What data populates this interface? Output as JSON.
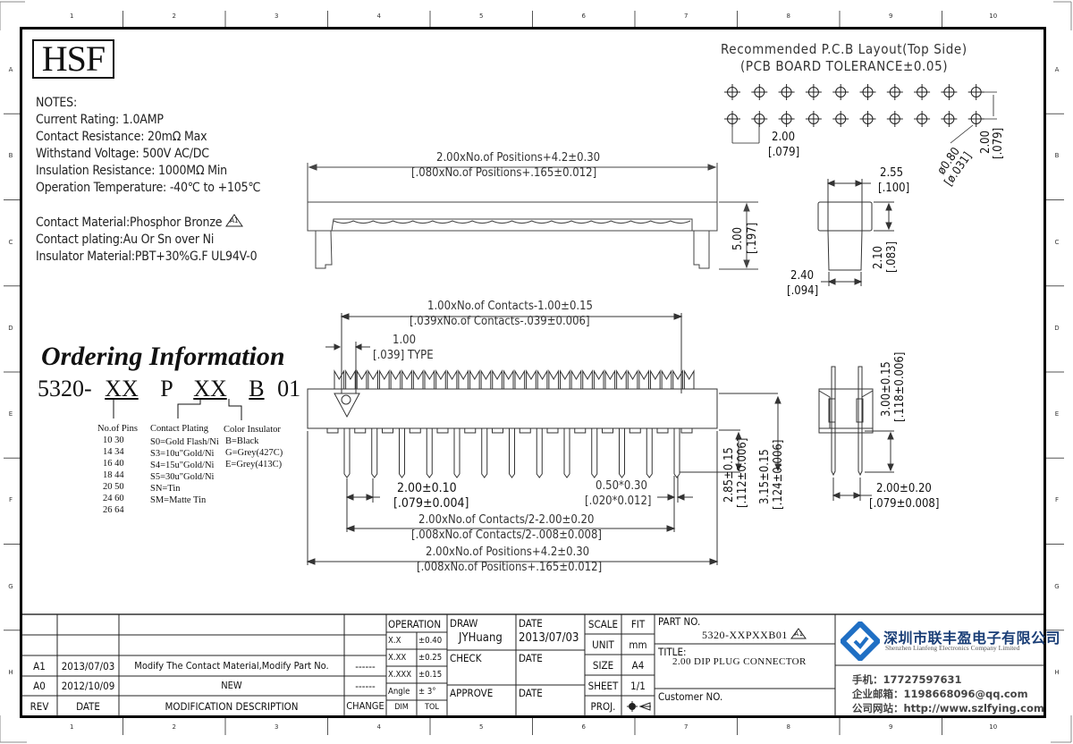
{
  "logo": "HSF",
  "notes": {
    "heading": "NOTES:",
    "lines": [
      "Current Rating: 1.0AMP",
      "Contact Resistance: 20mΩ Max",
      "Withstand Voltage: 500V AC/DC",
      "Insulation Resistance: 1000MΩ Min",
      "Operation Temperature: -40℃ to +105℃"
    ],
    "materials": [
      "Contact Material:Phosphor Bronze",
      "Contact plating:Au Or Sn over Ni",
      "Insulator Material:PBT+30%G.F UL94V-0"
    ],
    "revision_mark": "A1"
  },
  "ordering": {
    "title": "Ordering Information",
    "code": {
      "prefix": "5320-",
      "pins": "XX",
      "type": "P",
      "plating": "XX",
      "color": "B",
      "suffix": "01"
    },
    "pins": {
      "label": "No.of Pins",
      "values": [
        "10  30",
        "14  34",
        "16  40",
        "18  44",
        "20  50",
        "24  60",
        "26  64"
      ]
    },
    "plating": {
      "label": "Contact Plating",
      "values": [
        "S0=Gold Flash/Ni",
        "S3=10u\"Gold/Ni",
        "S4=15u\"Gold/Ni",
        "S5=30u\"Gold/Ni",
        "SN=Tin",
        "SM=Matte Tin"
      ]
    },
    "color": {
      "label": "Color Insulator",
      "values": [
        "B=Black",
        "G=Grey(427C)",
        "E=Grey(413C)"
      ]
    }
  },
  "pcb": {
    "title": "Recommended P.C.B Layout(Top Side)",
    "subtitle": "(PCB BOARD TOLERANCE±0.05)",
    "holes_per_row": 10,
    "rows": 2,
    "pitch": "2.00",
    "pitch_in": "[.079]",
    "hole_dia": "ø0.80",
    "hole_dia_in": "[ø.031]",
    "row_pitch": "2.00",
    "row_pitch_in": "[.079]"
  },
  "top_view": {
    "length": "2.00xNo.of Positions+4.2±0.30",
    "length_in": "[.080xNo.of Positions+.165±0.012]",
    "height": "5.00",
    "height_in": "[.197]"
  },
  "side_view_top": {
    "top_width": "2.55",
    "top_width_in": "[.100]",
    "bottom_width": "2.40",
    "bottom_width_in": "[.094]",
    "body_height": "2.10",
    "body_height_in": "[.083]"
  },
  "front_view": {
    "contact_span": "1.00xNo.of Contacts-1.00±0.15",
    "contact_span_in": "[.039xNo.of Contacts-.039±0.006]",
    "pitch": "1.00",
    "pitch_in": "[.039] TYPE",
    "pin_pitch": "2.00±0.10",
    "pin_pitch_in": "[.079±0.004]",
    "pin_size": "0.50*0.30",
    "pin_size_in": "[.020*0.012]",
    "pin_span": "2.00xNo.of Contacts/2-2.00±0.20",
    "pin_span_in": "[.008xNo.of Contacts/2-.008±0.008]",
    "total": "2.00xNo.of Positions+4.2±0.30",
    "total_in": "[.008xNo.of Positions+.165±0.012]",
    "h1": "2.85±0.15",
    "h1_in": "[.112±0.006]",
    "h2": "3.15±0.15",
    "h2_in": "[.124±0.006]",
    "top_pins": 32,
    "bottom_pins": 13
  },
  "side_view_bottom": {
    "pin_len": "3.00±0.15",
    "pin_len_in": "[.118±0.006]",
    "row_pitch": "2.00±0.20",
    "row_pitch_in": "[.079±0.008]"
  },
  "ruler": {
    "columns": [
      "1",
      "2",
      "3",
      "4",
      "5",
      "6",
      "7",
      "8",
      "9",
      "10"
    ],
    "rows": [
      "A",
      "B",
      "C",
      "D",
      "E",
      "F",
      "G",
      "H"
    ]
  },
  "revisions": {
    "headers": {
      "rev": "REV",
      "date": "DATE",
      "desc": "MODIFICATION  DESCRIPTION",
      "change": "CHANGE"
    },
    "rows": [
      {
        "rev": "",
        "date": "",
        "desc": "",
        "change": ""
      },
      {
        "rev": "",
        "date": "",
        "desc": "",
        "change": ""
      },
      {
        "rev": "A1",
        "date": "2013/07/03",
        "desc": "Modify The Contact Material,Modify Part No.",
        "change": "------"
      },
      {
        "rev": "A0",
        "date": "2012/10/09",
        "desc": "NEW",
        "change": "------"
      }
    ]
  },
  "tolerance": {
    "title": "OPERATION",
    "rows": [
      {
        "dim": "X.X",
        "tol": "±0.40"
      },
      {
        "dim": "X.XX",
        "tol": "±0.25"
      },
      {
        "dim": "X.XXX",
        "tol": "±0.15"
      },
      {
        "dim": "Angle",
        "tol": "± 3°"
      }
    ],
    "footer": {
      "dim": "DIM",
      "tol": "TOL"
    }
  },
  "signoff": {
    "draw_label": "DRAW",
    "draw_value": "JYHuang",
    "draw_date_label": "DATE",
    "draw_date": "2013/07/03",
    "check_label": "CHECK",
    "check_date_label": "DATE",
    "approve_label": "APPROVE",
    "approve_date_label": "DATE"
  },
  "specs": {
    "scale_label": "SCALE",
    "scale": "FIT",
    "unit_label": "UNIT",
    "unit": "mm",
    "size_label": "SIZE",
    "size": "A4",
    "sheet_label": "SHEET",
    "sheet": "1/1",
    "proj_label": "PROJ."
  },
  "part": {
    "part_no_label": "PART NO.",
    "part_no": "5320-XXPXXB01",
    "rev_mark": "A1",
    "title_label": "TITLE:",
    "title": "2.00 DIP PLUG CONNECTOR",
    "customer_label": "Customer NO."
  },
  "company": {
    "name_cn": "深圳市联丰盈电子有限公司",
    "name_en": "Shenzhen Lianfeng Electronics Company Limited",
    "phone": "手机：17727597631",
    "email": "企业邮箱：1198668096@qq.com",
    "website": "公司网站：http://www.szlfying.com",
    "brand_color": "#1f6fc4"
  }
}
